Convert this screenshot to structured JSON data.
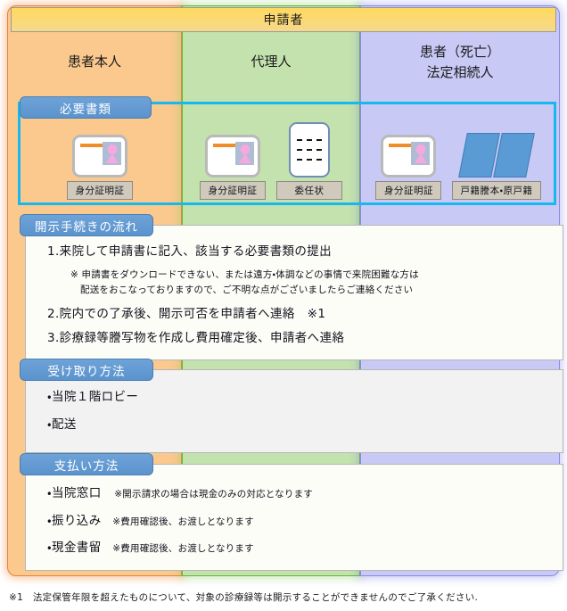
{
  "applicant_band": {
    "label": "申請者"
  },
  "columns": [
    {
      "key": "patient",
      "heading_lines": [
        "患者本人"
      ],
      "color": "#fbc98e",
      "documents": [
        {
          "icon": "id-card-icon",
          "caption": "身分証明証"
        }
      ]
    },
    {
      "key": "agent",
      "heading_lines": [
        "代理人"
      ],
      "color": "#c3e2ad",
      "documents": [
        {
          "icon": "id-card-icon",
          "caption": "身分証明証"
        },
        {
          "icon": "letter-of-attorney-icon",
          "caption": "委任状"
        }
      ]
    },
    {
      "key": "heir",
      "heading_lines": [
        "患者（死亡）",
        "法定相続人"
      ],
      "color": "#c9c9f6",
      "documents": [
        {
          "icon": "id-card-icon",
          "caption": "身分証明証"
        },
        {
          "icon": "family-register-icon",
          "caption": "戸籍謄本・原戸籍"
        }
      ]
    }
  ],
  "sections": {
    "required_documents": {
      "tab_label": "必要書類",
      "frame_color": "#18b8ee"
    },
    "procedure_flow": {
      "tab_label": "開示手続きの流れ",
      "steps": [
        "1.来院して申請書に記入、該当する必要書類の提出",
        "2.院内での了承後、開示可否を申請者へ連絡　※1",
        "3.診療録等謄写物を作成し費用確定後、申請者へ連絡"
      ],
      "note_line1": "※ 申請書をダウンロードできない、または遠方・体調などの事情で来院困難な方は",
      "note_line2": "配送をおこなっておりますので、ご不明な点がございましたらご連絡ください"
    },
    "receiving_method": {
      "tab_label": "受け取り方法",
      "items": [
        {
          "label": "・当院１階ロビー",
          "note": ""
        },
        {
          "label": "・配送",
          "note": ""
        }
      ]
    },
    "payment_method": {
      "tab_label": "支払い方法",
      "items": [
        {
          "label": "・当院窓口",
          "note": "※開示請求の場合は現金のみの対応となります"
        },
        {
          "label": "・振り込み",
          "note": "※費用確認後、お渡しとなります"
        },
        {
          "label": "・現金書留",
          "note": "※費用確認後、お渡しとなります"
        }
      ]
    }
  },
  "footnote": "※1　法定保管年限を超えたものについて、対象の診療録等は開示することができませんのでご了承ください."
}
